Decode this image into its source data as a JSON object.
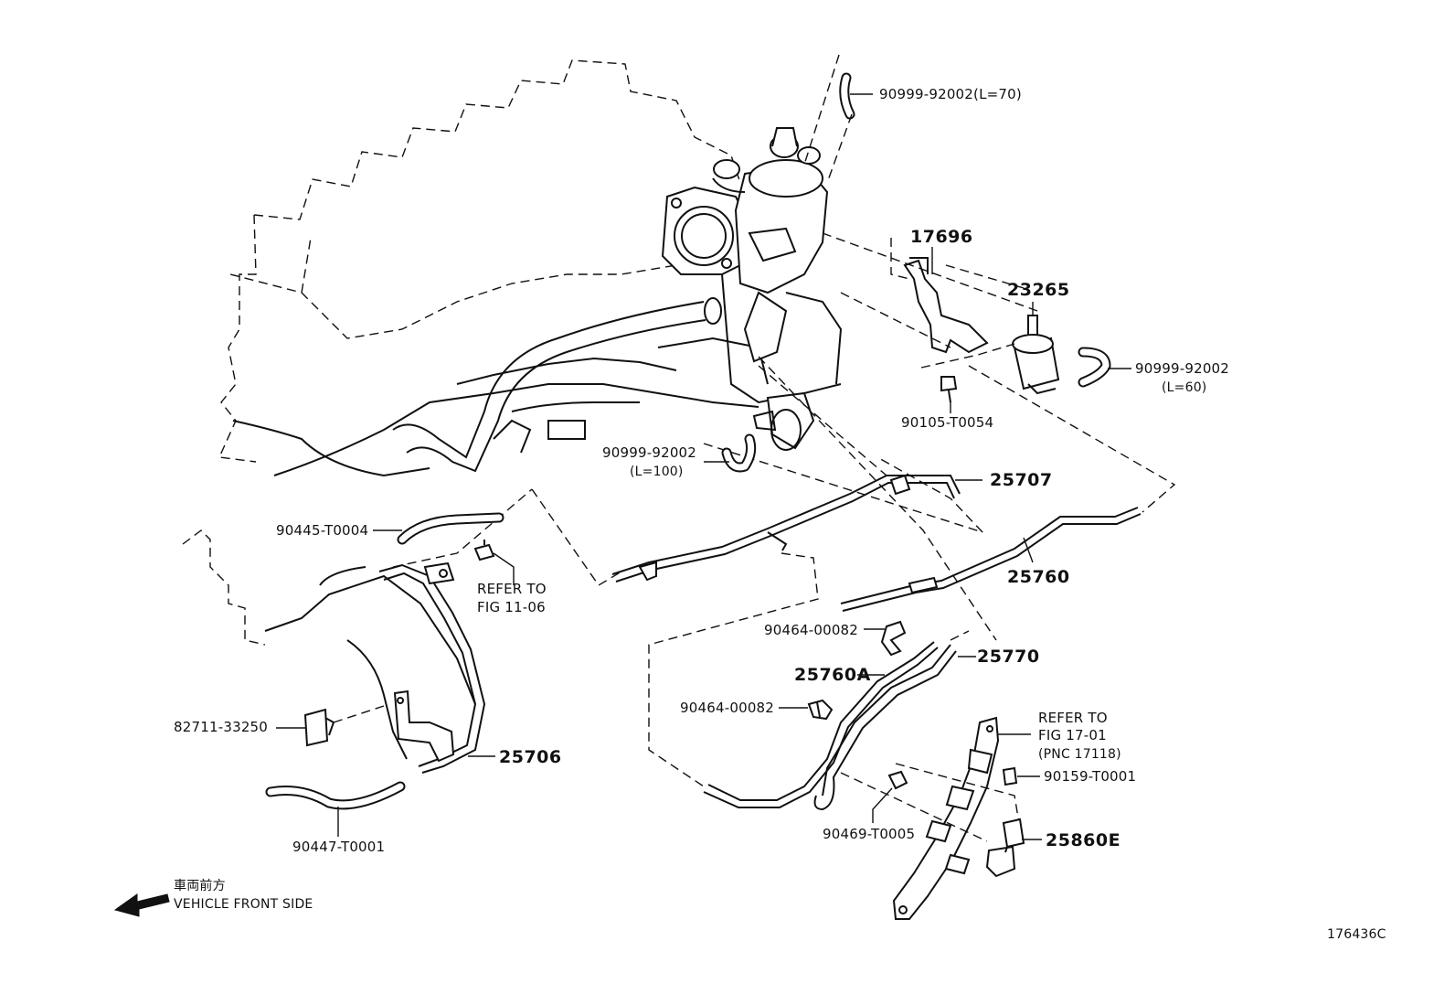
{
  "labels": {
    "hose_l70": "90999-92002(L=70)",
    "bracket_17696": "17696",
    "valve_23265": "23265",
    "hose_l60": "90999-92002",
    "hose_l60_len": "(L=60)",
    "bolt_90105": "90105-T0054",
    "hose_l100": "90999-92002",
    "hose_l100_len": "(L=100)",
    "pipe_25707": "25707",
    "hose_90445": "90445-T0004",
    "refer_1106_line1": "REFER TO",
    "refer_1106_line2": "FIG 11-06",
    "pipe_25760": "25760",
    "clip_90464_a": "90464-00082",
    "pipe_25760A": "25760A",
    "pipe_25770": "25770",
    "clip_90464_b": "90464-00082",
    "refer_1701_line1": "REFER TO",
    "refer_1701_line2": "FIG 17-01",
    "refer_1701_line3": "(PNC 17118)",
    "bolt_90159": "90159-T0001",
    "sensor_82711": "82711-33250",
    "pipe_25706": "25706",
    "hose_90447": "90447-T0001",
    "clamp_90469": "90469-T0005",
    "valve_25860E": "25860E"
  },
  "footer": {
    "direction_jp": "車両前方",
    "direction_en": "VEHICLE FRONT SIDE",
    "figure_id": "176436C"
  }
}
